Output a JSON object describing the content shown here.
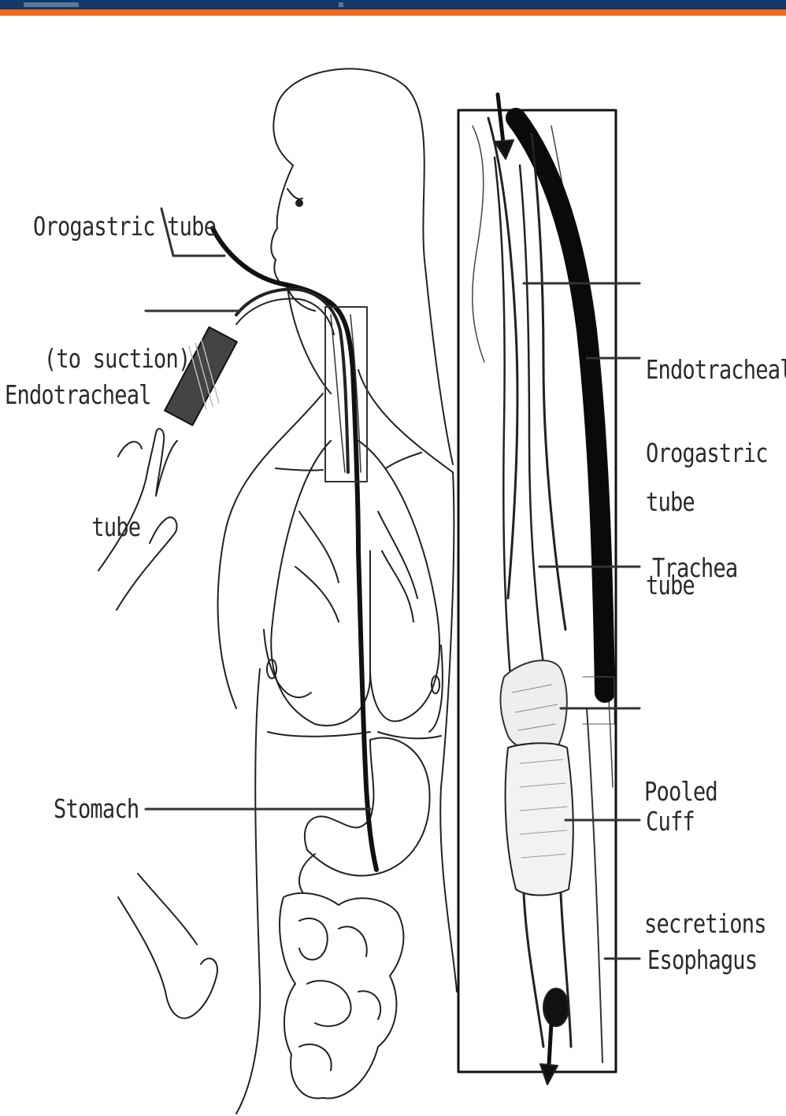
{
  "header": {
    "bar_color": "#0f3a6b",
    "stripe_color": "#f26a1b"
  },
  "labels": {
    "orogastric_tube_left_line1": "Orogastric tube",
    "orogastric_tube_left_line2": "(to suction)",
    "endotracheal_tube_left_line1": "Endotracheal",
    "endotracheal_tube_left_line2": "tube",
    "stomach": "Stomach",
    "endotracheal_tube_right_line1": "Endotracheal",
    "endotracheal_tube_right_line2": "tube",
    "orogastric_tube_right_line1": "Orogastric",
    "orogastric_tube_right_line2": "tube",
    "trachea": "Trachea",
    "pooled_secretions_line1": "Pooled",
    "pooled_secretions_line2": "secretions",
    "cuff": "Cuff",
    "esophagus": "Esophagus"
  },
  "icons": {
    "body_illustration": "patient-anatomy-figure",
    "inset_illustration": "trachea-esophagus-cross-section",
    "hand": "hand-icon"
  }
}
